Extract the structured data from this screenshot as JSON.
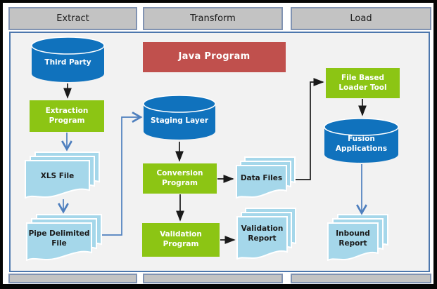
{
  "lanes": [
    {
      "id": "extract",
      "label": "Extract"
    },
    {
      "id": "transform",
      "label": "Transform"
    },
    {
      "id": "load",
      "label": "Load"
    }
  ],
  "nodes": {
    "third_party": {
      "label": "Third Party",
      "shape": "database"
    },
    "extraction_program": {
      "label": "Extraction Program",
      "shape": "process"
    },
    "xls_file": {
      "label": "XLS File",
      "shape": "multi-document"
    },
    "pipe_delimited_file": {
      "label": "Pipe Delimited File",
      "shape": "multi-document"
    },
    "java_program": {
      "label": "Java Program",
      "shape": "banner"
    },
    "staging_layer": {
      "label": "Staging Layer",
      "shape": "database"
    },
    "conversion_program": {
      "label": "Conversion Program",
      "shape": "process"
    },
    "data_files": {
      "label": "Data Files",
      "shape": "multi-document"
    },
    "validation_program": {
      "label": "Validation Program",
      "shape": "process"
    },
    "validation_report": {
      "label": "Validation Report",
      "shape": "multi-document"
    },
    "file_based_loader_tool": {
      "label": "File Based Loader Tool",
      "shape": "process"
    },
    "fusion_applications": {
      "label": "Fusion Applications",
      "shape": "database"
    },
    "inbound_report": {
      "label": "Inbound Report",
      "shape": "multi-document"
    }
  },
  "connections": [
    {
      "from": "third_party",
      "to": "extraction_program",
      "color": "black"
    },
    {
      "from": "extraction_program",
      "to": "xls_file",
      "color": "blue"
    },
    {
      "from": "xls_file",
      "to": "pipe_delimited_file",
      "color": "blue"
    },
    {
      "from": "pipe_delimited_file",
      "to": "staging_layer",
      "color": "blue"
    },
    {
      "from": "staging_layer",
      "to": "conversion_program",
      "color": "black"
    },
    {
      "from": "conversion_program",
      "to": "data_files",
      "color": "black"
    },
    {
      "from": "conversion_program",
      "to": "validation_program",
      "color": "black"
    },
    {
      "from": "validation_program",
      "to": "validation_report",
      "color": "black"
    },
    {
      "from": "data_files",
      "to": "file_based_loader_tool",
      "color": "black"
    },
    {
      "from": "file_based_loader_tool",
      "to": "fusion_applications",
      "color": "black"
    },
    {
      "from": "fusion_applications",
      "to": "inbound_report",
      "color": "blue"
    }
  ],
  "colors": {
    "database_blue": "#1072bd",
    "process_green": "#8cc514",
    "banner_red": "#c0504d",
    "document_blue": "#a5d7ea",
    "arrow_blue": "#4e7fbe",
    "arrow_black": "#1a1a1a",
    "lane_fill": "#c3c3c3",
    "lane_border": "#8193b2",
    "panel_fill": "#f2f2f2",
    "panel_border": "#4d77ad",
    "frame_black": "#050505"
  }
}
